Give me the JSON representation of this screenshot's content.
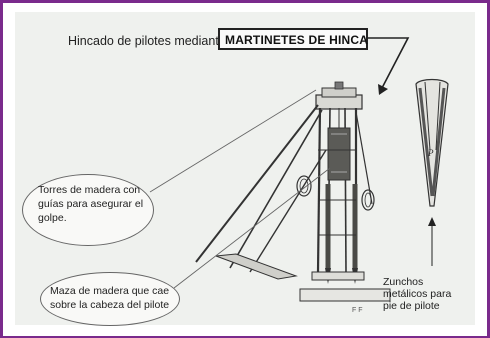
{
  "title": {
    "prefix": "Hincado de pilotes mediante",
    "emphasis": "MARTINETES DE HINCA"
  },
  "callouts": {
    "towers": "Torres de madera con guías para asegurar el golpe.",
    "hammer": "Maza de madera que cae sobre la cabeza del pilote",
    "shoes": "Zunchos metálicos para pie de pilote"
  },
  "drawing_labels": {
    "shoe_mark": "P",
    "signature": "F F"
  },
  "colors": {
    "frame_border": "#7a2a8c",
    "page_background": "#eff1ee",
    "ink": "#222222"
  }
}
